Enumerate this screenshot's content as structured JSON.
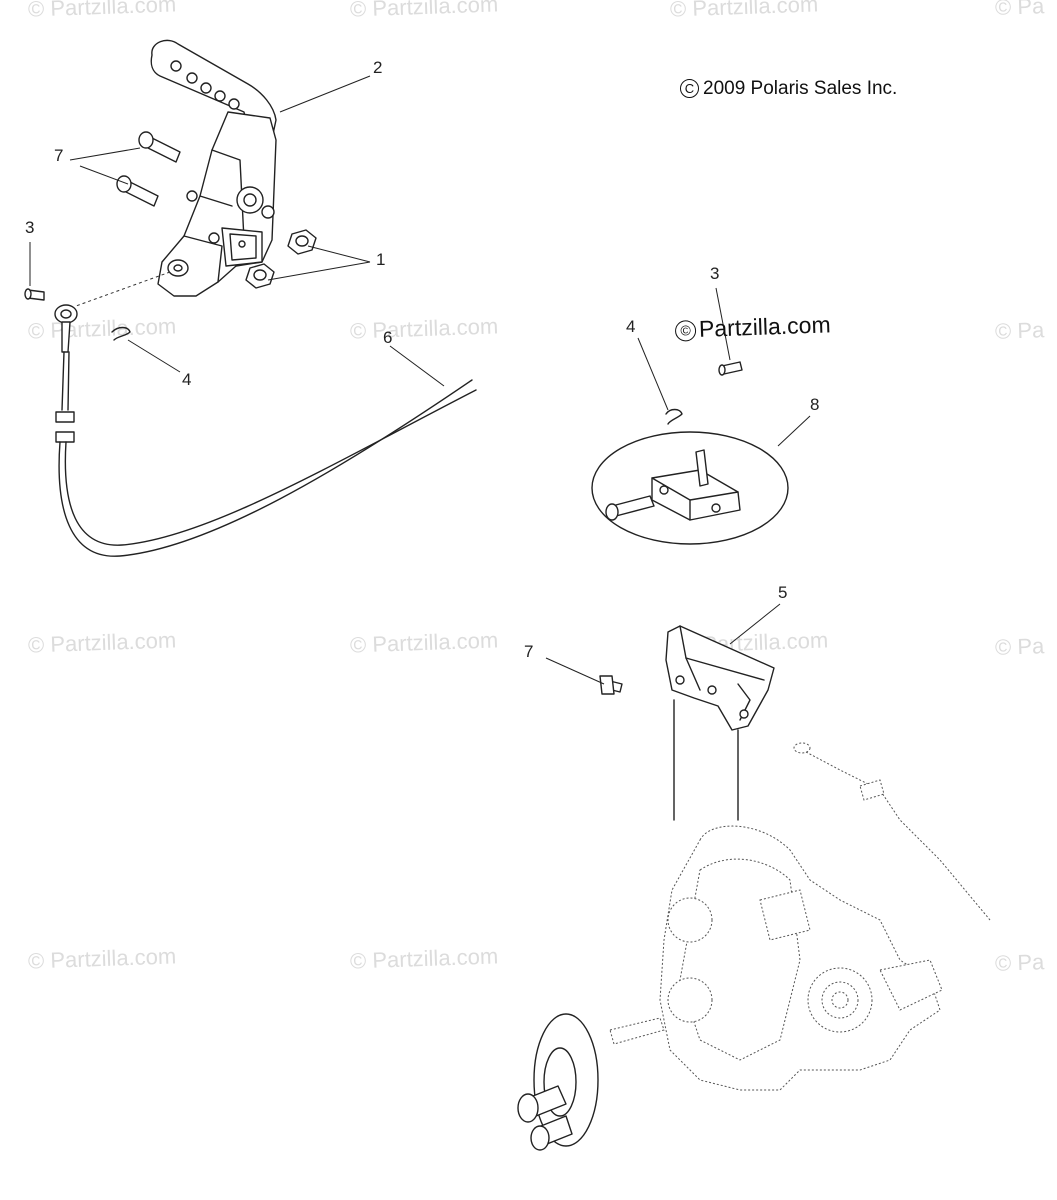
{
  "copyright": "2009 Polaris Sales Inc.",
  "copyright_symbol": "C",
  "site_mark": "Partzilla.com",
  "site_mark_symbol": "©",
  "watermark_text": "© Partzilla.com",
  "watermark_partial": "© Pa",
  "callouts": [
    {
      "id": "1",
      "label": "1"
    },
    {
      "id": "2",
      "label": "2"
    },
    {
      "id": "3a",
      "label": "3"
    },
    {
      "id": "3b",
      "label": "3"
    },
    {
      "id": "4a",
      "label": "4"
    },
    {
      "id": "4b",
      "label": "4"
    },
    {
      "id": "5",
      "label": "5"
    },
    {
      "id": "6",
      "label": "6"
    },
    {
      "id": "7a",
      "label": "7"
    },
    {
      "id": "7b",
      "label": "7"
    },
    {
      "id": "8",
      "label": "8"
    }
  ]
}
